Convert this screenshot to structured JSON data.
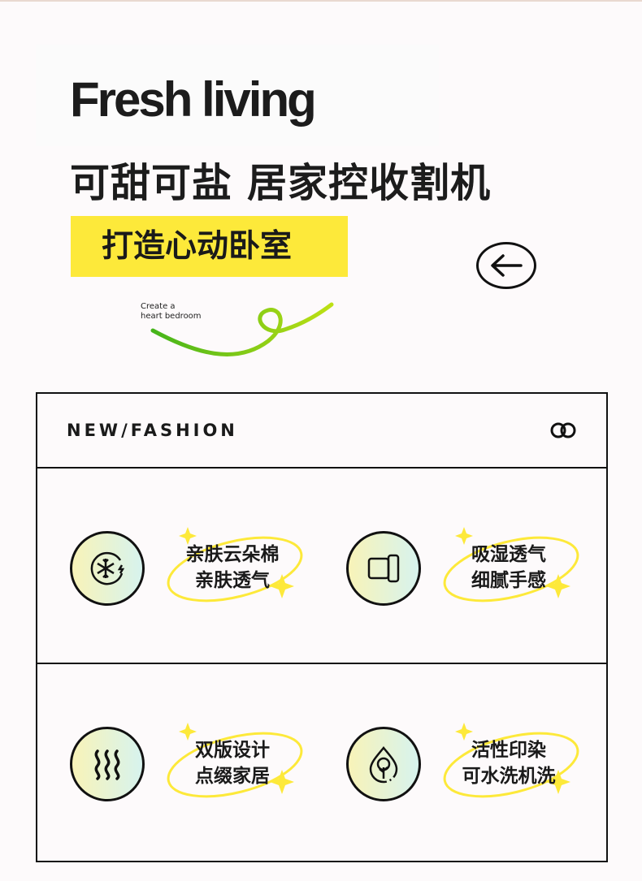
{
  "hero": {
    "title_en": "Fresh living",
    "title_cn": "可甜可盐 居家控收割机",
    "highlight": "打造心动卧室",
    "subtitle_line1": "Create a",
    "subtitle_line2": "heart bedroom"
  },
  "section": {
    "header": "NEW/FASHION",
    "features": [
      {
        "icon": "snowflake-icon",
        "line1": "亲肤云朵棉",
        "line2": "亲肤透气"
      },
      {
        "icon": "panels-icon",
        "line1": "吸湿透气",
        "line2": "细腻手感"
      },
      {
        "icon": "heat-waves-icon",
        "line1": "双版设计",
        "line2": "点缀家居"
      },
      {
        "icon": "water-drop-tree-icon",
        "line1": "活性印染",
        "line2": "可水洗机洗"
      }
    ]
  },
  "colors": {
    "accent_yellow": "#fde93a",
    "swirl_green": "#5cc21a"
  }
}
